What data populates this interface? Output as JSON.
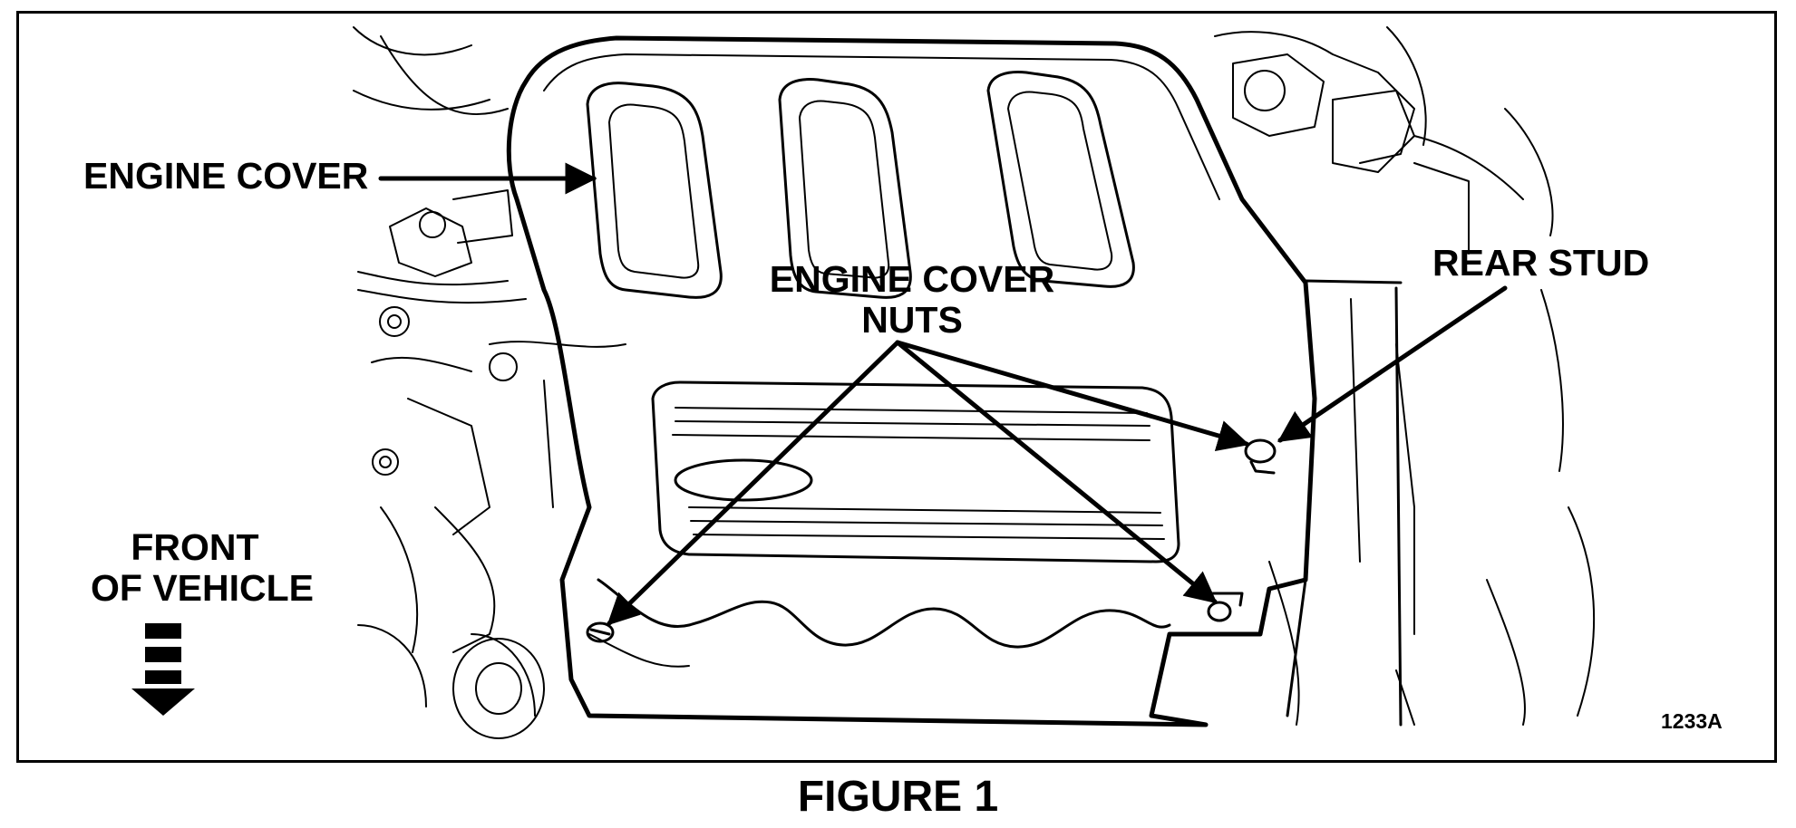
{
  "labels": {
    "engine_cover": "ENGINE COVER",
    "engine_cover_nuts_line1": "ENGINE COVER",
    "engine_cover_nuts_line2": "NUTS",
    "rear_stud": "REAR STUD",
    "front_line1": "FRONT",
    "front_line2": "OF VEHICLE",
    "part_code": "1233A"
  },
  "caption": "FIGURE 1",
  "colors": {
    "ink": "#000000",
    "paper": "#ffffff"
  }
}
